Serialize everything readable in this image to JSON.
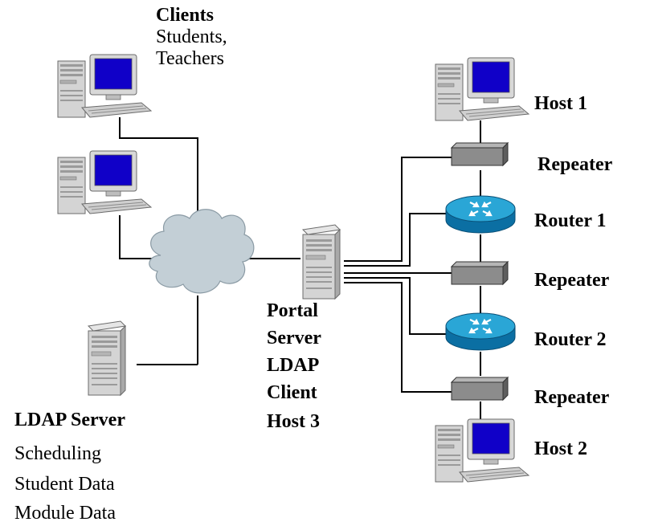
{
  "clients": {
    "title": "Clients",
    "line1": "Students,",
    "line2": "Teachers"
  },
  "ldap_server": {
    "title": "LDAP Server",
    "items": [
      "Scheduling",
      "Student Data",
      "Module Data"
    ]
  },
  "portal_server": {
    "lines": [
      "Portal",
      "Server",
      "LDAP",
      "Client",
      "Host 3"
    ]
  },
  "right_chain": {
    "host1": "Host 1",
    "repeater1": "Repeater",
    "router1": "Router 1",
    "repeater2": "Repeater",
    "router2": "Router 2",
    "repeater3": "Repeater",
    "host2": "Host 2"
  },
  "colors": {
    "screen": "#1000c8",
    "cloud": "#c3cfd6",
    "router_top": "#2aa6d6",
    "router_side": "#0b6fa3",
    "repeater": "#8c8c8c",
    "line": "#000000"
  }
}
